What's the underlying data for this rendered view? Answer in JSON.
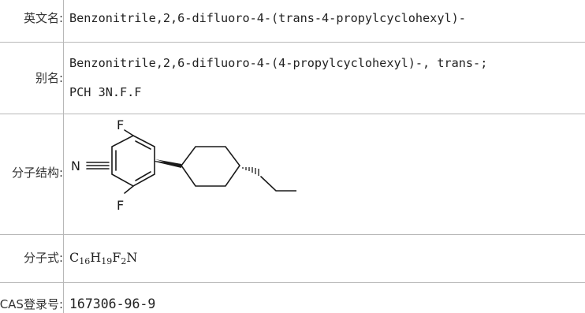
{
  "rows": [
    {
      "label": "英文名:",
      "value": "Benzonitrile,2,6-difluoro-4-(trans-4-propylcyclohexyl)-"
    },
    {
      "label": "别名:",
      "value_line1": "Benzonitrile,2,6-difluoro-4-(4-propylcyclohexyl)-, trans-;",
      "value_line2": "PCH 3N.F.F"
    },
    {
      "label": "分子结构:"
    },
    {
      "label": "分子式:",
      "formula": {
        "c": "C",
        "c_n": "16",
        "h": "H",
        "h_n": "19",
        "f": "F",
        "f_n": "2",
        "n": "N"
      }
    },
    {
      "label": "CAS登录号:",
      "value": "167306-96-9"
    }
  ],
  "structure": {
    "atom_f_top": "F",
    "atom_f_bottom": "F",
    "atom_n": "N"
  }
}
